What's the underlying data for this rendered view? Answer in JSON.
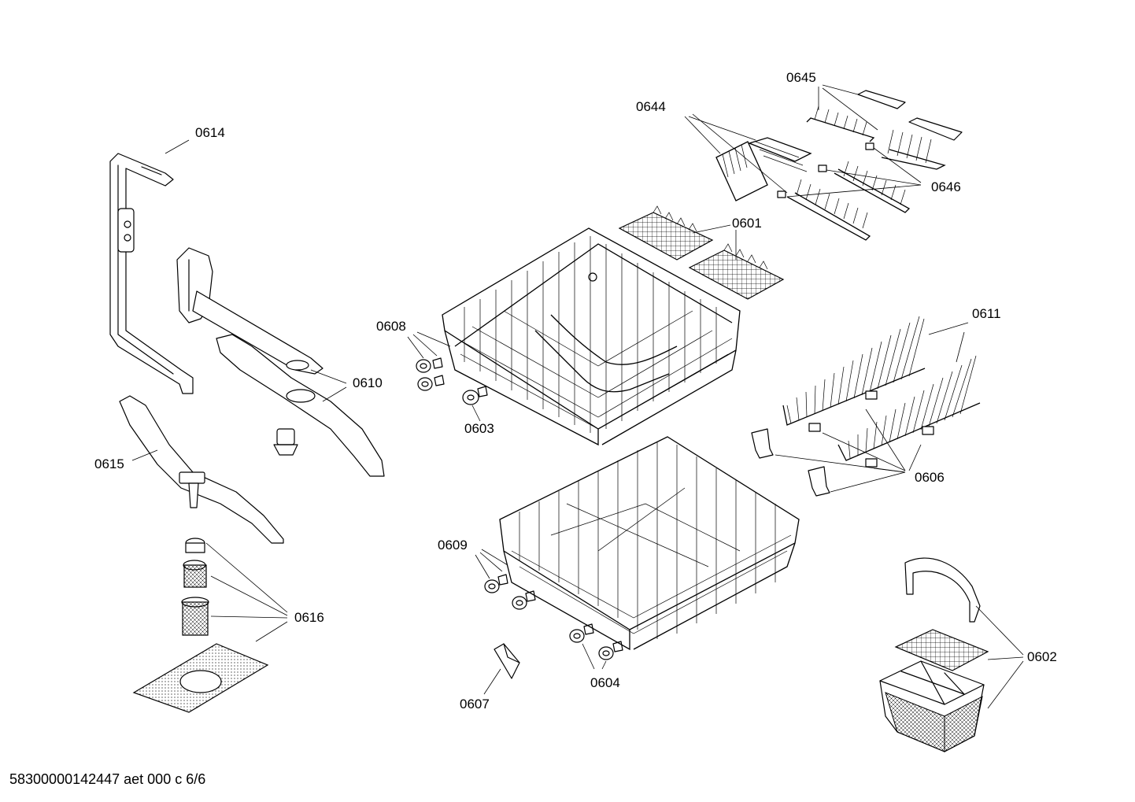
{
  "labels": {
    "p0601": "0601",
    "p0602": "0602",
    "p0603": "0603",
    "p0604": "0604",
    "p0606": "0606",
    "p0607": "0607",
    "p0608": "0608",
    "p0609": "0609",
    "p0610": "0610",
    "p0611": "0611",
    "p0614": "0614",
    "p0615": "0615",
    "p0616": "0616",
    "p0644": "0644",
    "p0645": "0645",
    "p0646": "0646"
  },
  "footer": {
    "document_code": "58300000142447 aet 000 c 6/6"
  }
}
